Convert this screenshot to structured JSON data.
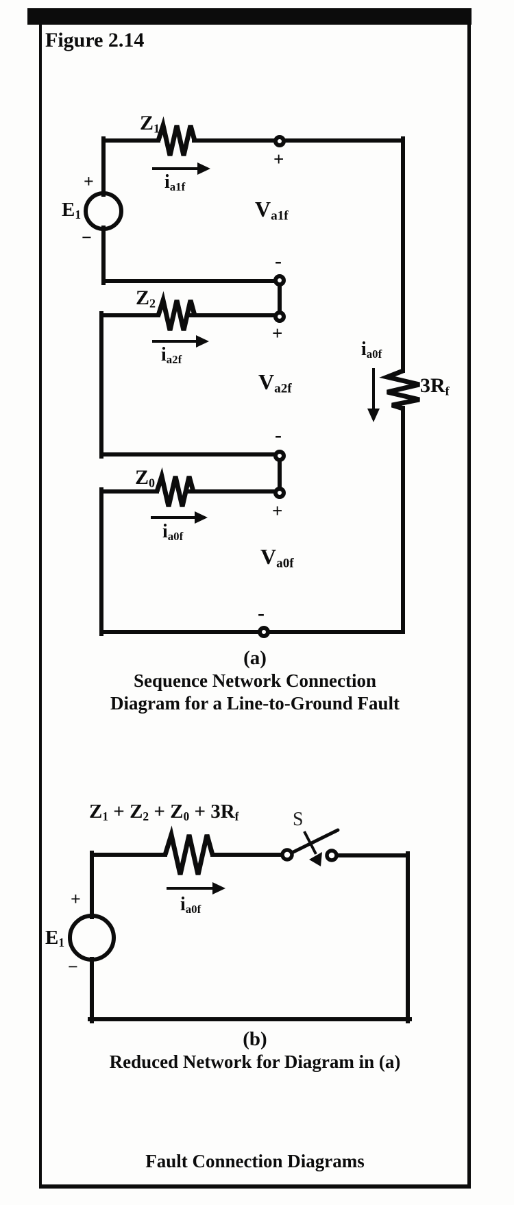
{
  "page": {
    "figure_title": "Figure 2.14",
    "footer_caption": "Fault Connection Diagrams"
  },
  "colors": {
    "ink": "#0c0c0c",
    "paper": "#fdfdfc"
  },
  "diagram_a": {
    "caption_tag": "(a)",
    "caption_line1": "Sequence Network Connection",
    "caption_line2": "Diagram for a Line-to-Ground Fault",
    "source": {
      "main": "E",
      "sub": "1",
      "plus": "+",
      "minus": "−"
    },
    "z1": {
      "main": "Z",
      "sub": "1"
    },
    "z2": {
      "main": "Z",
      "sub": "2"
    },
    "z0": {
      "main": "Z",
      "sub": "0"
    },
    "rf": {
      "main": "3R",
      "sub": "f"
    },
    "i1": {
      "main": "i",
      "sub": "a1f"
    },
    "i2": {
      "main": "i",
      "sub": "a2f"
    },
    "i0": {
      "main": "i",
      "sub": "a0f"
    },
    "i0_branch": {
      "main": "i",
      "sub": "a0f"
    },
    "v1": {
      "main": "V",
      "sub": "a1f",
      "plus": "+",
      "minus": "-"
    },
    "v2": {
      "main": "V",
      "sub": "a2f",
      "plus": "+",
      "minus": "-"
    },
    "v0": {
      "main": "V",
      "sub": "a0f",
      "plus": "+",
      "minus": "-"
    }
  },
  "diagram_b": {
    "caption_tag": "(b)",
    "caption_line": "Reduced Network for Diagram in (a)",
    "impedance_label": [
      {
        "main": "Z",
        "sub": "1"
      },
      {
        "main": " + Z",
        "sub": "2"
      },
      {
        "main": " + Z",
        "sub": "0"
      },
      {
        "main": " + 3R",
        "sub": "f"
      }
    ],
    "switch_label": "S",
    "current": {
      "main": "i",
      "sub": "a0f"
    },
    "source": {
      "main": "E",
      "sub": "1",
      "plus": "+",
      "minus": "−"
    }
  }
}
